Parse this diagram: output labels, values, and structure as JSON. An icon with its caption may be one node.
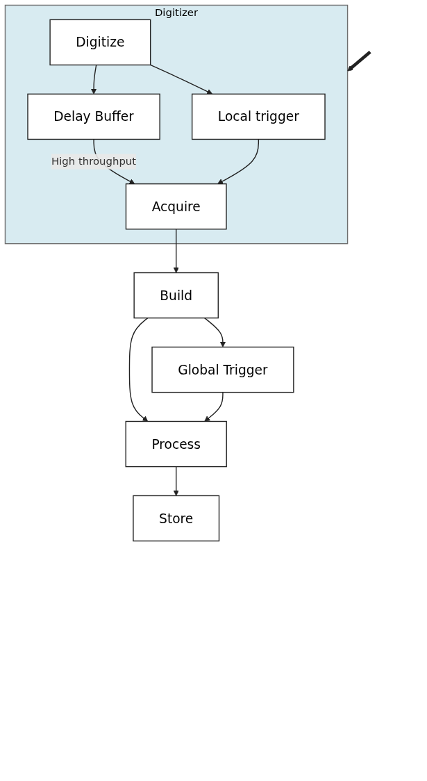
{
  "diagram": {
    "nodes": [
      {
        "text": [
          "Digitizer"
        ]
      },
      {
        "text": [
          "Local trigger"
        ],
        "in": 0
      },
      {
        "text": [
          "Digitize"
        ],
        "in": 0
      },
      {
        "text": [
          "Delay Buffer"
        ],
        "in": 0
      },
      {
        "text": [
          "Acquire"
        ],
        "in": 0
      },
      {
        "text": [
          "Build"
        ]
      },
      {
        "text": [
          "Global Trigger"
        ]
      },
      {
        "text": [
          "Process"
        ]
      },
      {
        "text": [
          "Store"
        ]
      }
    ],
    "edges": [
      {
        "from": 2,
        "to": 1,
        "arrow": "to"
      },
      {
        "from": 2,
        "to": 3,
        "arrow": "to"
      },
      {
        "from": 3,
        "to": 4,
        "arrow": "to",
        "label": "High throughput"
      },
      {
        "from": 1,
        "to": 4,
        "arrow": "to"
      },
      {
        "from": null,
        "to": 0,
        "arrow": "to",
        "style": "thick"
      },
      {
        "from": 4,
        "to": 5,
        "arrow": "to"
      },
      {
        "from": 5,
        "to": 6,
        "arrow": "to"
      },
      {
        "from": 5,
        "to": 7,
        "arrow": "to"
      },
      {
        "from": 6,
        "to": 7,
        "arrow": "to"
      },
      {
        "from": 7,
        "to": 8,
        "arrow": "to"
      }
    ]
  }
}
